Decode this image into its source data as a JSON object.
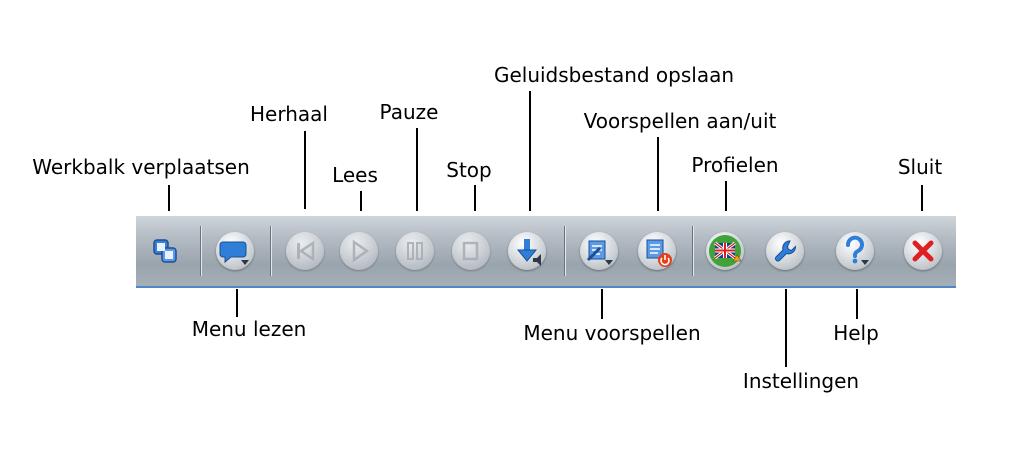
{
  "labels": {
    "werkbalk_verplaatsen": "Werkbalk verplaatsen",
    "menu_lezen": "Menu lezen",
    "herhaal": "Herhaal",
    "lees": "Lees",
    "pauze": "Pauze",
    "stop": "Stop",
    "geluidsbestand_opslaan": "Geluidsbestand opslaan",
    "menu_voorspellen": "Menu voorspellen",
    "voorspellen_aan_uit": "Voorspellen aan/uit",
    "profielen": "Profielen",
    "instellingen": "Instellingen",
    "help": "Help",
    "sluit": "Sluit"
  },
  "icons": {
    "mover": "move-toolbar-icon",
    "menu_lezen": "speech-bubble-dropdown-icon",
    "herhaal": "skip-back-icon",
    "lees": "play-icon",
    "pauze": "pause-icon",
    "stop": "stop-icon",
    "opslaan": "download-audio-icon",
    "menu_voorspellen": "predict-menu-dropdown-icon",
    "voorspellen": "predict-toggle-icon",
    "profielen": "uk-flag-profile-icon",
    "instellingen": "wrench-icon",
    "help": "question-dropdown-icon",
    "sluit": "close-icon"
  },
  "colors": {
    "accent_blue": "#2f7fd8",
    "close_red": "#e02020",
    "power_red": "#e0421b",
    "toolbar_border": "#4f86c6"
  }
}
